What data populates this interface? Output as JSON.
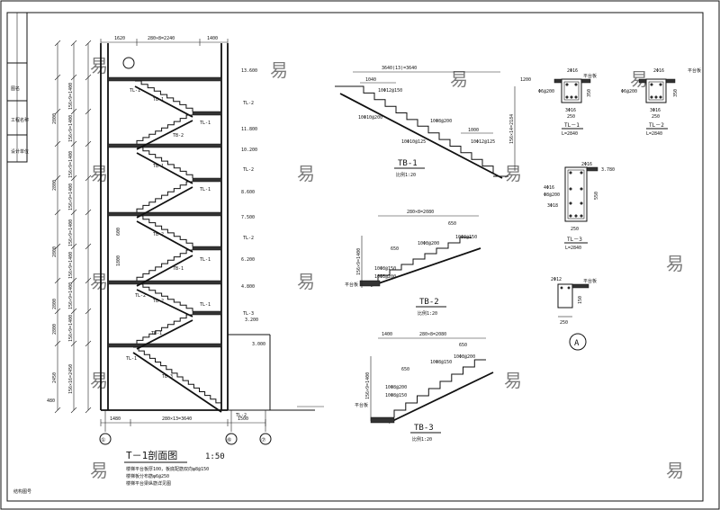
{
  "sheet": {
    "title_block": [
      "图名",
      "工程名称",
      "设计单位"
    ],
    "footer_note": "结构图号"
  },
  "main_section": {
    "title": "T－1剖面图",
    "scale": "1:50",
    "notes": [
      "楼梯平台板厚100，板底配筋双向φ8@150",
      "楼梯板分布筋φ6@250",
      "楼梯平台梁纵筋详见图"
    ],
    "top_dims": [
      "1620",
      "280×8=2240",
      "1400"
    ],
    "bottom_dims": [
      "1480",
      "280×13=3640",
      "1500"
    ],
    "axis_labels": [
      "①",
      "⑥",
      "⑦"
    ],
    "elevations": [
      "13.600",
      "11.800",
      "10.200",
      "8.600",
      "7.500",
      "6.200",
      "4.800",
      "3.200",
      "3.000"
    ],
    "storey_heights": [
      "2800",
      "2800",
      "2800",
      "2800",
      "2800",
      "2450"
    ],
    "flight_heights": [
      "156×9=1400",
      "156×9=1400",
      "156×9=1400",
      "156×9=1400",
      "156×9=1400",
      "156×9=1400",
      "156×9=1400",
      "156×9=1400",
      "156×16=2450"
    ],
    "beam_labels": [
      "TL-1",
      "TL-2",
      "TL-1",
      "TL-2",
      "TL-1",
      "TL-2",
      "TL-1",
      "TL-2",
      "TL-1",
      "TL-3",
      "TL-1",
      "TL-2"
    ],
    "slab_labels": [
      "TB-1",
      "TB-2",
      "TB-1",
      "TB-2",
      "TB-1",
      "TB-2",
      "TB-1",
      "TB-3"
    ],
    "side_marks": [
      "600",
      "1800",
      "480"
    ]
  },
  "tb1": {
    "title": "TB-1",
    "scale": "比例1:20",
    "span_dim": "3640(13)=3640",
    "height_dim": "156×14=2184",
    "dims": [
      "1040",
      "1000",
      "1200"
    ],
    "rebar": [
      "10Φ12@150",
      "10Φ10@200",
      "10Φ8@200",
      "10Φ12@125",
      "10Φ10@125"
    ]
  },
  "tb2": {
    "title": "TB-2",
    "scale": "比例1:20",
    "span_dim": "280×8=2080",
    "height_dim": "156×9=1400",
    "dims": [
      "650",
      "650"
    ],
    "rebar": [
      "10Φ8@150",
      "10Φ8@200",
      "10Φ8@150",
      "10Φ8@200"
    ],
    "side_label": "平台板"
  },
  "tb3": {
    "title": "TB-3",
    "scale": "比例1:20",
    "span_dim": "280×8=2080",
    "height_dim": "156×9=1400",
    "dims": [
      "1400",
      "650",
      "650"
    ],
    "rebar": [
      "10Φ8@150",
      "10Φ8@200",
      "10Φ8@200",
      "10Φ8@150"
    ],
    "side_label": "平台板"
  },
  "beams": {
    "tl1": {
      "name": "TL－1",
      "length": "L=2840",
      "width": "250",
      "depth": "350",
      "top_bars": "2Φ16",
      "bottom_bars": "3Φ16",
      "stirrup": "Φ6@200",
      "note": "平台板"
    },
    "tl2": {
      "name": "TL－2",
      "length": "L=2840",
      "width": "250",
      "depth": "350",
      "top_bars": "2Φ16",
      "bottom_bars": "3Φ16",
      "stirrup": "Φ6@200",
      "note": "平台板"
    },
    "tl3": {
      "name": "TL－3",
      "length": "L=2840",
      "width": "250",
      "depth": "550",
      "top_bars": "2Φ16",
      "bottom_bars": "3Φ18",
      "side_bars": "4Φ16",
      "stirrup": "Φ8@200",
      "elev": "3.780"
    },
    "small": {
      "width": "250",
      "depth": "150",
      "top_bars": "2Φ12",
      "note": "平台板"
    }
  },
  "callout": {
    "label": "A"
  },
  "watermarks": [
    "易",
    "易",
    "易",
    "易",
    "易",
    "易",
    "易",
    "易",
    "易",
    "易",
    "易",
    "易",
    "易",
    "易"
  ]
}
